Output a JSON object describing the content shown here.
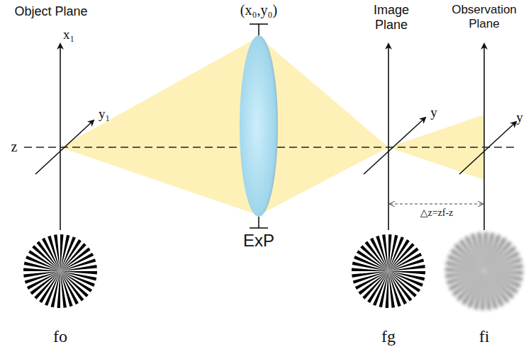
{
  "diagram": {
    "labels": [
      "Object Plane",
      "x₁",
      "y₁",
      "z",
      "(x₀,y₀)",
      "ExP",
      "Image Plane",
      "y",
      "Observation Plane",
      "y",
      "△z=zf-z",
      "fo",
      "fg",
      "fi"
    ]
  }
}
